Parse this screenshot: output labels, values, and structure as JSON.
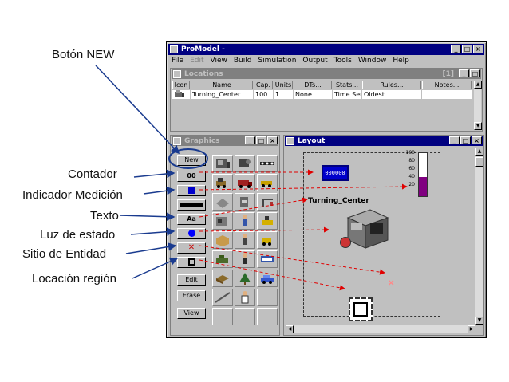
{
  "callouts": {
    "boton_new": "Botón NEW",
    "contador": "Contador",
    "indicador": "Indicador Medición",
    "texto": "Texto",
    "luz": "Luz de estado",
    "sitio": "Sitio de Entidad",
    "region": "Locación región"
  },
  "app": {
    "title": "ProModel -",
    "menu": [
      "File",
      "Edit",
      "View",
      "Build",
      "Simulation",
      "Output",
      "Tools",
      "Window",
      "Help"
    ],
    "disabled_menu_index": 1
  },
  "locations": {
    "title": "Locations",
    "count_badge": "[1]",
    "columns": [
      "Icon",
      "Name",
      "Cap.",
      "Units",
      "DTs...",
      "Stats...",
      "Rules...",
      "Notes..."
    ],
    "row": {
      "icon": "machine-icon",
      "name": "Turning_Center",
      "cap": "100",
      "units": "1",
      "dts": "None",
      "stats": "Time Series",
      "rules": "Oldest",
      "notes": ""
    }
  },
  "graphics": {
    "title": "Graphics",
    "tools": {
      "new": "New",
      "counter": "00",
      "text": "Aa",
      "edit": "Edit",
      "erase": "Erase",
      "view": "View"
    }
  },
  "layout": {
    "title": "Layout",
    "counter_value": "000000",
    "location_label": "Turning_Center",
    "gauge_ticks": [
      "100",
      "80",
      "60",
      "40",
      "20"
    ],
    "gauge_level_percent": 45
  },
  "colors": {
    "titlebar": "#000080",
    "callout_oval": "#1a3b8f",
    "arrow_red": "#e00000",
    "gauge_fill": "#800080",
    "status_light": "#cc3333"
  },
  "window_buttons": {
    "minimize": "_",
    "maximize": "□",
    "close": "×"
  }
}
